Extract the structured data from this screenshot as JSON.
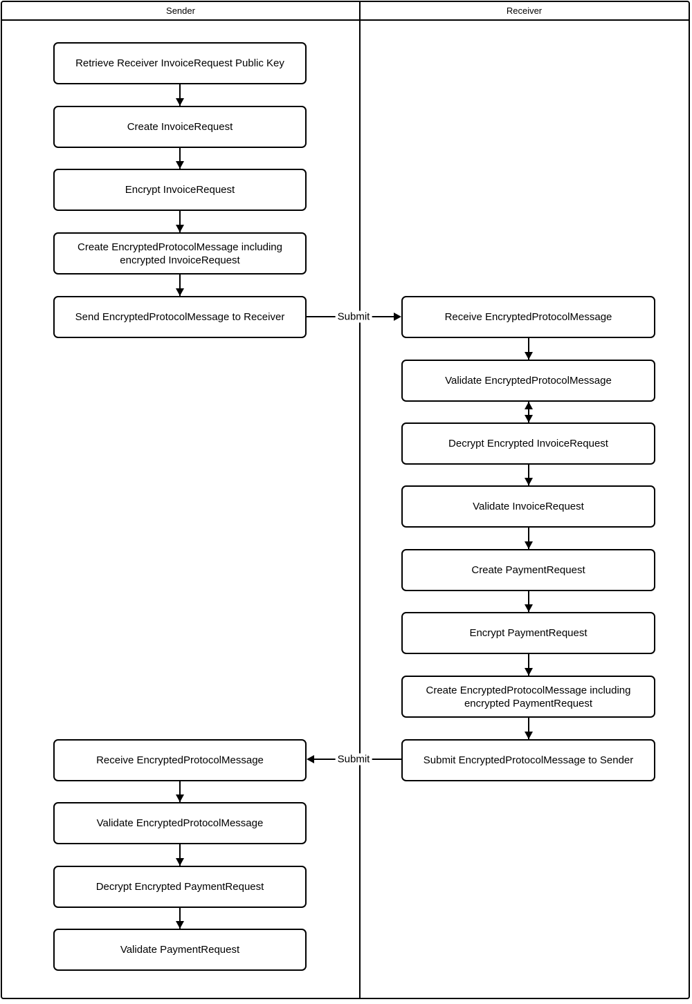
{
  "diagram": {
    "lanes": {
      "sender": "Sender",
      "receiver": "Receiver"
    },
    "colors": {
      "ink": "#000000",
      "paper": "#ffffff",
      "node_fill": "#ffffff"
    },
    "sender_nodes": [
      {
        "id": "retrieve-receiver-invoicerequest-public-key",
        "label": "Retrieve Receiver InvoiceRequest Public Key"
      },
      {
        "id": "create-invoicerequest",
        "label": "Create InvoiceRequest"
      },
      {
        "id": "encrypt-invoicerequest",
        "label": "Encrypt InvoiceRequest"
      },
      {
        "id": "create-encryptedprotocolmessage-including-encrypted-invoicerequest",
        "label": "Create EncryptedProtocolMessage including encrypted InvoiceRequest"
      },
      {
        "id": "send-encryptedprotocolmessage-to-receiver",
        "label": "Send EncryptedProtocolMessage to Receiver"
      },
      {
        "id": "receive-encryptedprotocolmessage",
        "label": "Receive EncryptedProtocolMessage"
      },
      {
        "id": "validate-encryptedprotocolmessage",
        "label": "Validate EncryptedProtocolMessage"
      },
      {
        "id": "decrypt-encrypted-paymentrequest",
        "label": "Decrypt Encrypted PaymentRequest"
      },
      {
        "id": "validate-paymentrequest",
        "label": "Validate PaymentRequest"
      }
    ],
    "receiver_nodes": [
      {
        "id": "receive-encryptedprotocolmessage",
        "label": "Receive EncryptedProtocolMessage"
      },
      {
        "id": "validate-encryptedprotocolmessage",
        "label": "Validate EncryptedProtocolMessage"
      },
      {
        "id": "decrypt-encrypted-invoicerequest",
        "label": "Decrypt Encrypted InvoiceRequest"
      },
      {
        "id": "validate-invoicerequest",
        "label": "Validate InvoiceRequest"
      },
      {
        "id": "create-paymentrequest",
        "label": "Create PaymentRequest"
      },
      {
        "id": "encrypt-paymentrequest",
        "label": "Encrypt PaymentRequest"
      },
      {
        "id": "create-encryptedprotocolmessage-including-encrypted-paymentrequest",
        "label": "Create EncryptedProtocolMessage including encrypted PaymentRequest"
      },
      {
        "id": "submit-encryptedprotocolmessage-to-sender",
        "label": "Submit EncryptedProtocolMessage to Sender"
      }
    ],
    "edges": {
      "top_submit": "Submit",
      "bottom_submit": "Submit"
    }
  }
}
